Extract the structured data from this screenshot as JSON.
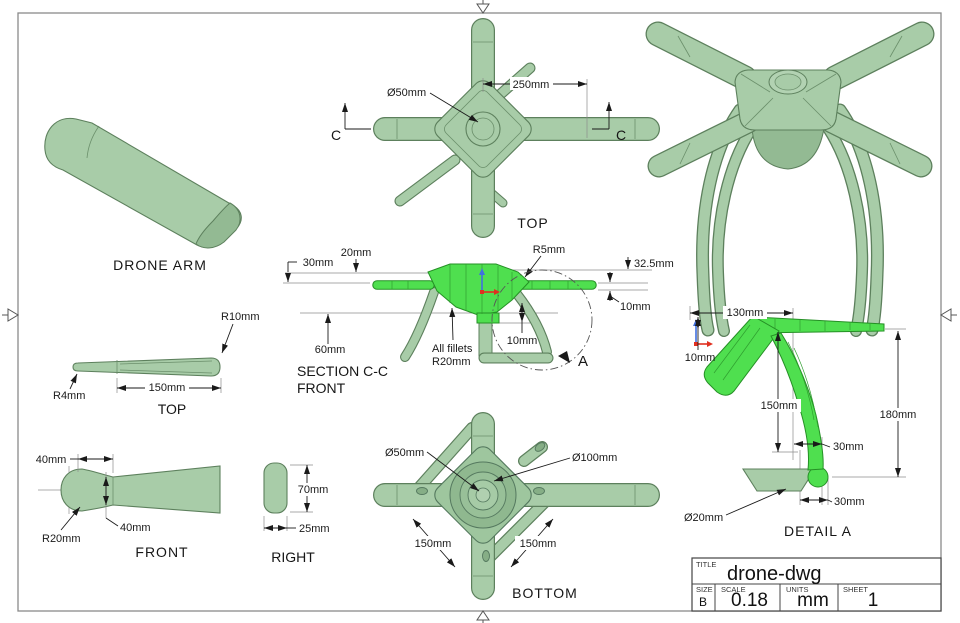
{
  "sheet": {
    "background": "#ffffff",
    "border_color": "#8a8a8a"
  },
  "colors": {
    "body_fill": "#a8cca8",
    "body_stroke": "#5d805d",
    "section_fill": "#4fdf4f",
    "section_stroke": "#259025",
    "dimension_color": "#1a1a1a",
    "axis_x_color": "#e03020",
    "axis_y_color": "#4070e0"
  },
  "views": {
    "drone_arm": {
      "label": "DRONE ARM"
    },
    "top": {
      "label": "TOP",
      "dim_dia": "Ø50mm",
      "dim_len": "250mm",
      "section_left": "C",
      "section_right": "C"
    },
    "section": {
      "label1": "SECTION C-C",
      "label2": "FRONT",
      "dim_20": "20mm",
      "dim_30": "30mm",
      "dim_60": "60mm",
      "dim_r5": "R5mm",
      "dim_325": "32.5mm",
      "dim_10_right": "10mm",
      "dim_10_center": "10mm",
      "fillets_line1": "All fillets",
      "fillets_line2": "R20mm",
      "detail_ref": "A"
    },
    "arm_top": {
      "label": "TOP",
      "dim_r10": "R10mm",
      "dim_r4": "R4mm",
      "dim_150": "150mm"
    },
    "arm_front": {
      "label": "FRONT",
      "dim_40_top": "40mm",
      "dim_40_mid": "40mm",
      "dim_r20": "R20mm"
    },
    "arm_right": {
      "label": "RIGHT",
      "dim_70": "70mm",
      "dim_25": "25mm"
    },
    "bottom": {
      "label": "BOTTOM",
      "dim_d50": "Ø50mm",
      "dim_d100": "Ø100mm",
      "dim_150_left": "150mm",
      "dim_150_right": "150mm"
    },
    "detail": {
      "label": "DETAIL A",
      "dim_130": "130mm",
      "dim_10": "10mm",
      "dim_150": "150mm",
      "dim_180": "180mm",
      "dim_30_upper": "30mm",
      "dim_30_lower": "30mm",
      "dim_d20": "Ø20mm"
    }
  },
  "title_block": {
    "title_label": "TITLE",
    "title_value": "drone-dwg",
    "size_label": "SIZE",
    "size_value": "B",
    "scale_label": "SCALE",
    "scale_value": "0.18",
    "units_label": "UNITS",
    "units_value": "mm",
    "sheet_label": "SHEET",
    "sheet_value": "1"
  }
}
